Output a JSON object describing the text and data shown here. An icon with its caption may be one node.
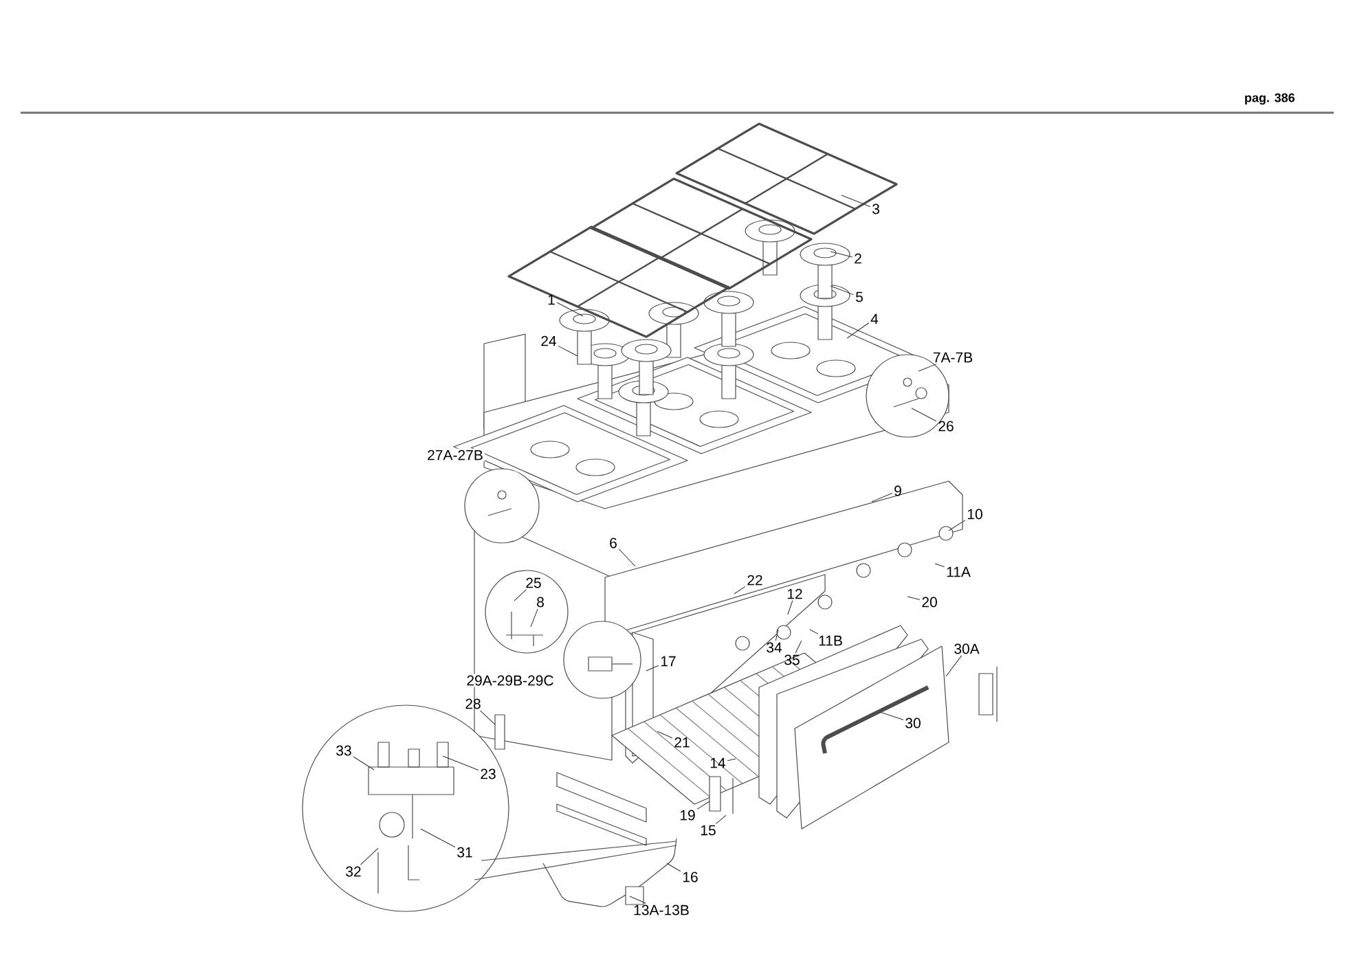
{
  "diagram": {
    "nodes": [
      {
        "text": [
          "1"
        ]
      },
      {
        "text": [
          "3"
        ]
      },
      {
        "text": [
          "2"
        ]
      },
      {
        "text": [
          "5"
        ]
      },
      {
        "text": [
          "4"
        ]
      },
      {
        "text": [
          "24"
        ]
      },
      {
        "text": [
          "7A-7B"
        ]
      },
      {
        "text": [
          "26"
        ]
      },
      {
        "text": [
          "9"
        ]
      },
      {
        "text": [
          "10"
        ]
      },
      {
        "text": [
          "6"
        ]
      },
      {
        "text": [
          "11A"
        ]
      },
      {
        "text": [
          "25"
        ]
      },
      {
        "text": [
          "8"
        ]
      },
      {
        "text": [
          "22"
        ]
      },
      {
        "text": [
          "12"
        ]
      },
      {
        "text": [
          "20"
        ]
      },
      {
        "text": [
          "11B"
        ]
      },
      {
        "text": [
          "34"
        ]
      },
      {
        "text": [
          "35"
        ]
      },
      {
        "text": [
          "17"
        ]
      },
      {
        "text": [
          "30A"
        ]
      },
      {
        "text": [
          "28"
        ]
      },
      {
        "text": [
          "30"
        ]
      },
      {
        "text": [
          "21"
        ]
      },
      {
        "text": [
          "33"
        ]
      },
      {
        "text": [
          "23"
        ]
      },
      {
        "text": [
          "14"
        ]
      },
      {
        "text": [
          "19"
        ]
      },
      {
        "text": [
          "15"
        ]
      },
      {
        "text": [
          "31"
        ]
      },
      {
        "text": [
          "32"
        ]
      },
      {
        "text": [
          "16"
        ]
      },
      {
        "text": [
          "13A-13B"
        ]
      }
    ],
    "edges": [
      {
        "from": 0,
        "to": null,
        "arrow": "none"
      },
      {
        "from": 1,
        "to": null,
        "arrow": "none"
      },
      {
        "from": 2,
        "to": null,
        "arrow": "none"
      },
      {
        "from": 3,
        "to": null,
        "arrow": "none"
      },
      {
        "from": 4,
        "to": null,
        "arrow": "none"
      },
      {
        "from": 5,
        "to": null,
        "arrow": "none"
      },
      {
        "from": 6,
        "to": null,
        "arrow": "none"
      },
      {
        "from": 7,
        "to": null,
        "arrow": "none"
      },
      {
        "from": 8,
        "to": null,
        "arrow": "none"
      },
      {
        "from": 9,
        "to": null,
        "arrow": "none"
      },
      {
        "from": 10,
        "to": null,
        "arrow": "none"
      },
      {
        "from": 11,
        "to": null,
        "arrow": "none"
      },
      {
        "from": 12,
        "to": null,
        "arrow": "none"
      },
      {
        "from": 13,
        "to": null,
        "arrow": "none"
      },
      {
        "from": 14,
        "to": null,
        "arrow": "none"
      },
      {
        "from": 15,
        "to": null,
        "arrow": "none"
      },
      {
        "from": 16,
        "to": null,
        "arrow": "none"
      },
      {
        "from": 17,
        "to": null,
        "arrow": "none"
      },
      {
        "from": 18,
        "to": null,
        "arrow": "none"
      },
      {
        "from": 19,
        "to": null,
        "arrow": "none"
      },
      {
        "from": 20,
        "to": null,
        "arrow": "none"
      },
      {
        "from": 21,
        "to": null,
        "arrow": "none"
      },
      {
        "from": 22,
        "to": null,
        "arrow": "none"
      },
      {
        "from": 23,
        "to": null,
        "arrow": "none"
      },
      {
        "from": 24,
        "to": null,
        "arrow": "none"
      },
      {
        "from": 25,
        "to": null,
        "arrow": "none"
      },
      {
        "from": 26,
        "to": null,
        "arrow": "none"
      },
      {
        "from": 27,
        "to": null,
        "arrow": "none"
      },
      {
        "from": 28,
        "to": null,
        "arrow": "none"
      },
      {
        "from": 29,
        "to": null,
        "arrow": "none"
      },
      {
        "from": 30,
        "to": null,
        "arrow": "none"
      },
      {
        "from": 31,
        "to": null,
        "arrow": "none"
      },
      {
        "from": 32,
        "to": null,
        "arrow": "none"
      },
      {
        "from": 33,
        "to": null,
        "arrow": "none"
      }
    ],
    "labels": [
      "pag. 386",
      "27A-27B",
      "29A-29B-29C"
    ]
  }
}
